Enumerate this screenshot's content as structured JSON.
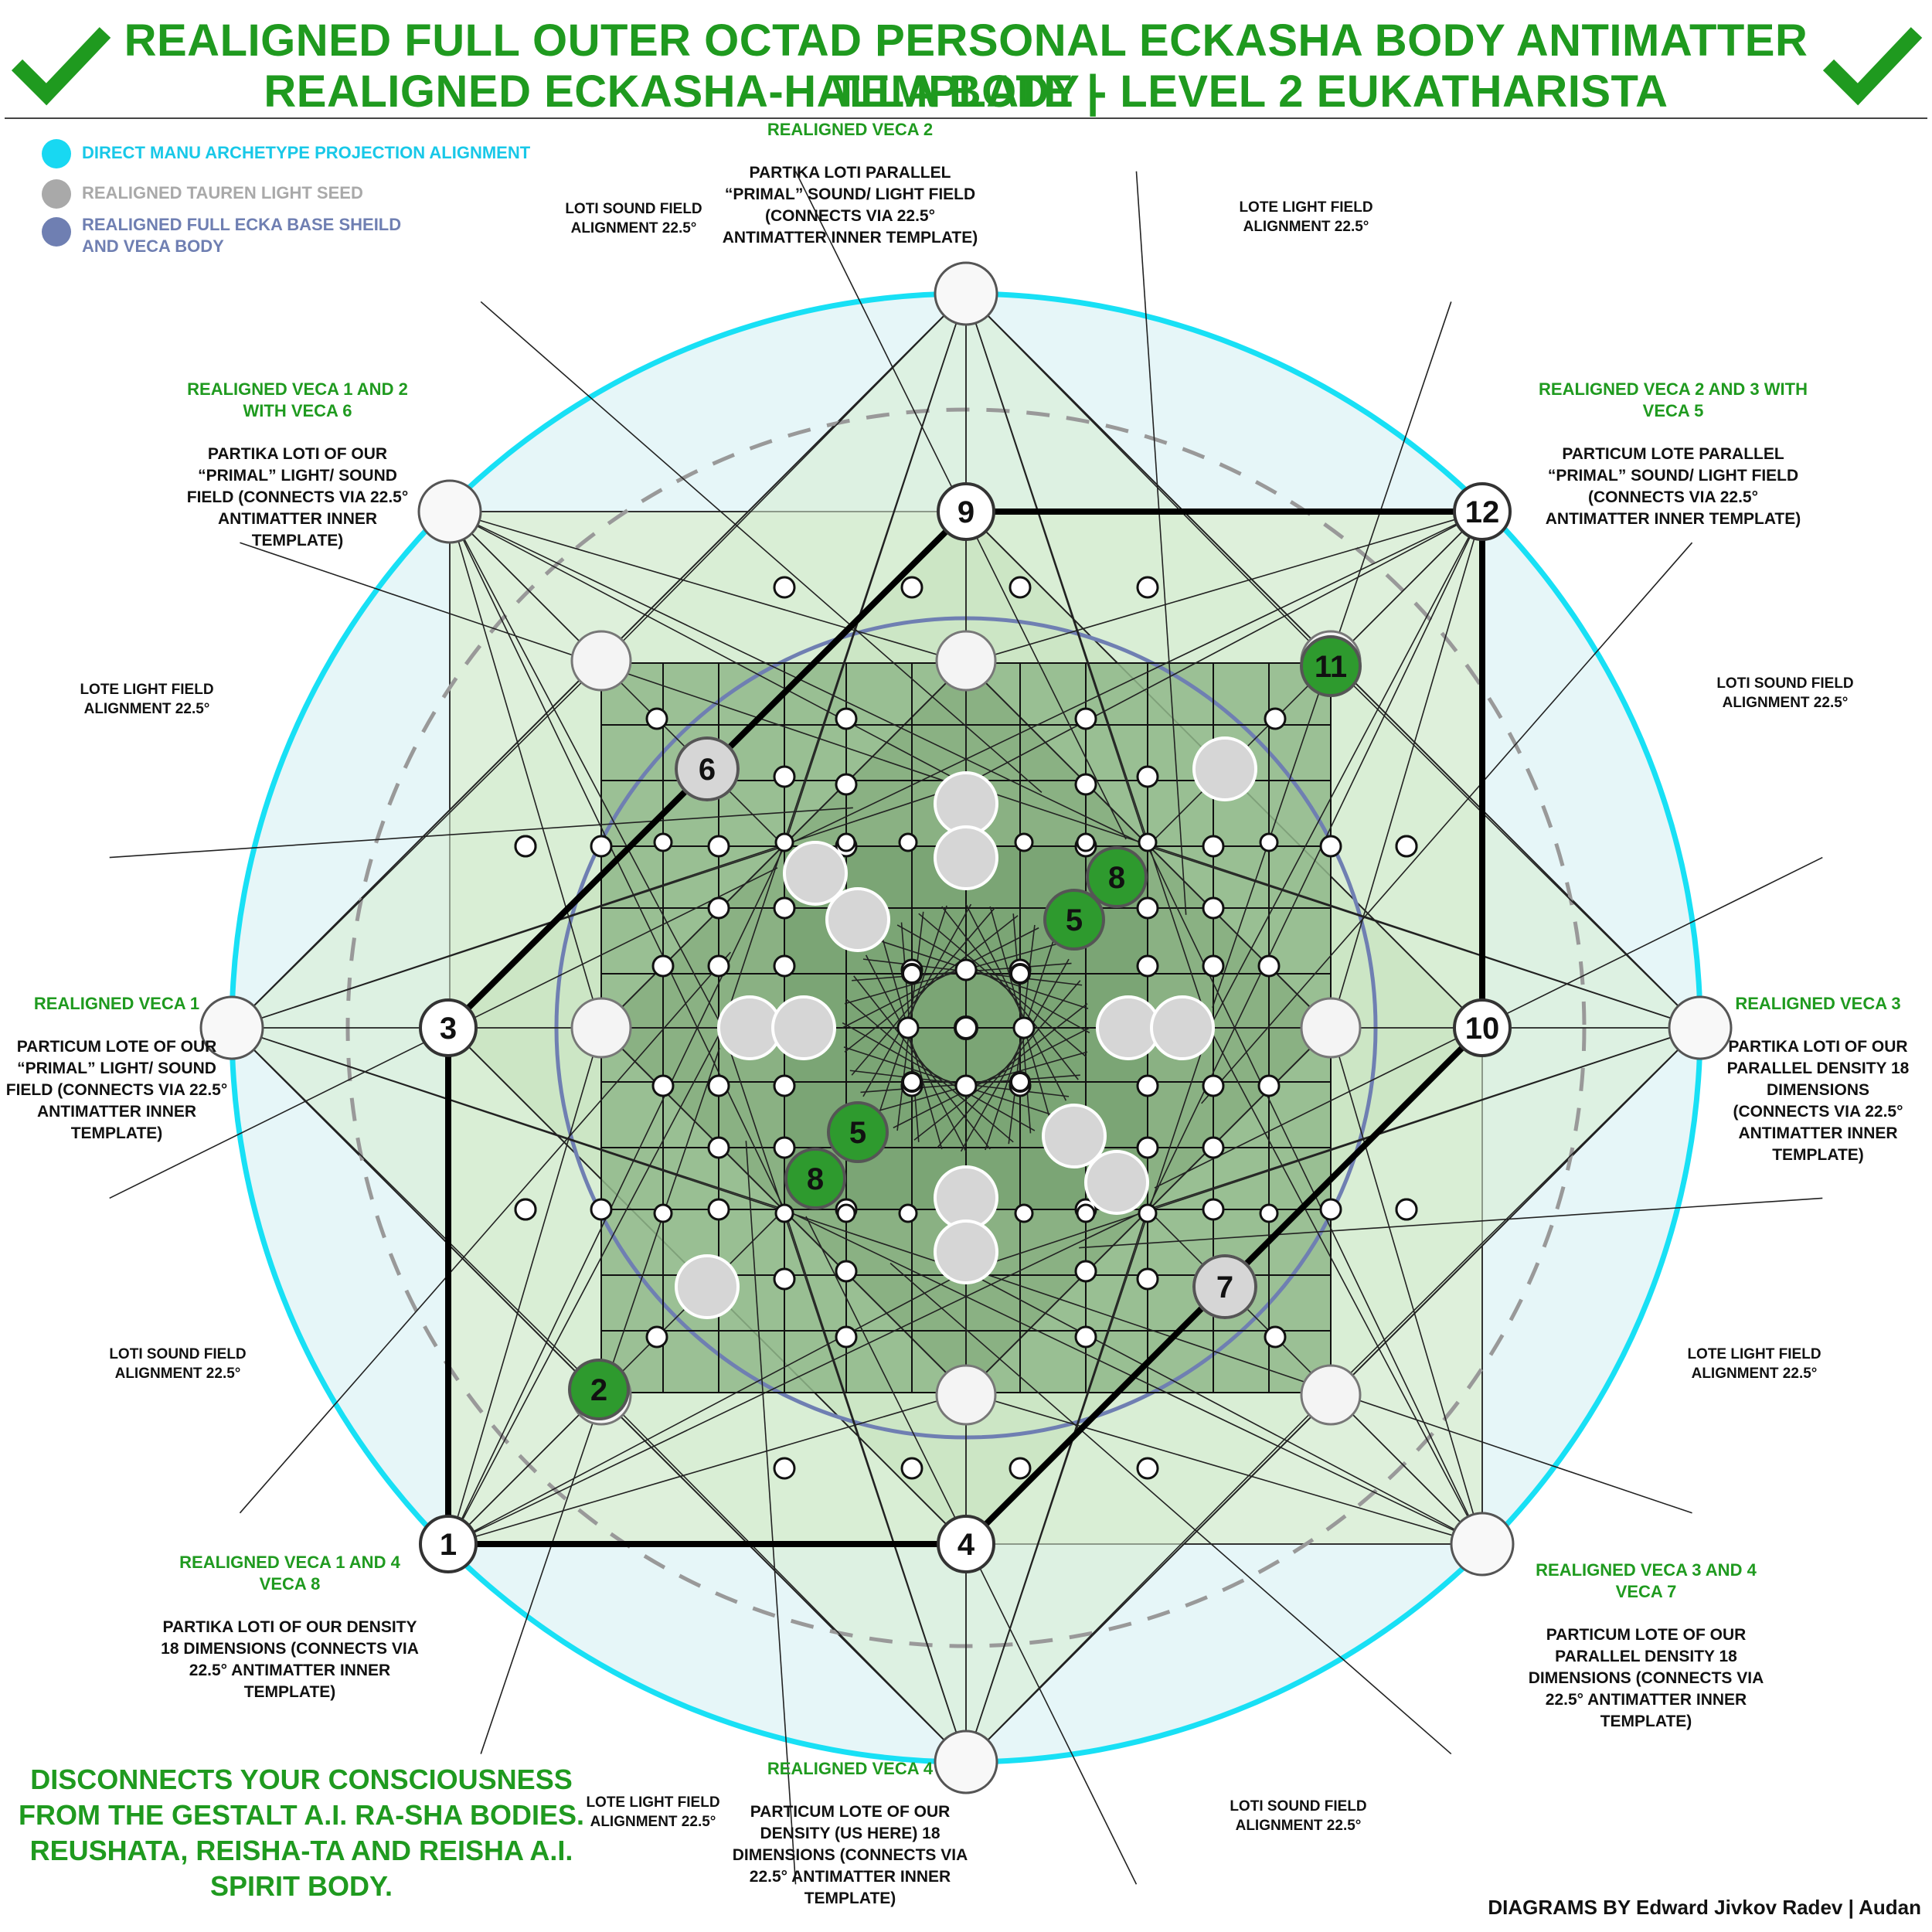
{
  "title": {
    "line1": "REALIGNED FULL OUTER OCTAD PERSONAL ECKASHA BODY ANTIMATTER TEMPLATE |",
    "line2": "REALIGNED ECKASHA-HALLA BODY - LEVEL 2 EUKATHARISTA"
  },
  "legend": [
    {
      "text": "DIRECT MANU ARCHETYPE PROJECTION ALIGNMENT",
      "color": "#18d8f2"
    },
    {
      "text": "REALIGNED TAUREN LIGHT SEED",
      "color": "#a9a9a9"
    },
    {
      "text": "REALIGNED FULL ECKA BASE SHEILD AND VECA BODY",
      "color": "#6f7fb2"
    }
  ],
  "labels": {
    "top": {
      "green": "REALIGNED VECA 2",
      "text": "PARTIKA LOTI PARALLEL “PRIMAL” SOUND/ LIGHT FIELD (CONNECTS VIA 22.5° ANTIMATTER INNER TEMPLATE)"
    },
    "top_left_small": "LOTI SOUND FIELD ALIGNMENT 22.5°",
    "top_right_small": "LOTE LIGHT FIELD ALIGNMENT 22.5°",
    "upper_left": {
      "green": "REALIGNED VECA 1 AND 2 WITH VECA 6",
      "text": "PARTIKA LOTI OF OUR “PRIMAL” LIGHT/ SOUND FIELD (CONNECTS VIA 22.5° ANTIMATTER INNER TEMPLATE)"
    },
    "upper_right": {
      "green": "REALIGNED VECA 2 AND 3 WITH VECA 5",
      "text": "PARTICUM LOTE PARALLEL “PRIMAL” SOUND/ LIGHT FIELD (CONNECTS VIA 22.5° ANTIMATTER INNER TEMPLATE)"
    },
    "mid_left_small": "LOTE LIGHT FIELD ALIGNMENT 22.5°",
    "mid_right_small": "LOTI SOUND FIELD ALIGNMENT 22.5°",
    "left": {
      "green": "REALIGNED VECA 1",
      "text": "PARTICUM LOTE OF OUR “PRIMAL” LIGHT/ SOUND FIELD (CONNECTS VIA 22.5° ANTIMATTER INNER TEMPLATE)"
    },
    "right": {
      "green": "REALIGNED VECA 3",
      "text": "PARTIKA LOTI OF OUR PARALLEL DENSITY 18 DIMENSIONS (CONNECTS VIA 22.5° ANTIMATTER INNER TEMPLATE)"
    },
    "low_left_small": "LOTI SOUND FIELD ALIGNMENT 22.5°",
    "low_right_small": "LOTE LIGHT FIELD ALIGNMENT 22.5°",
    "lower_left": {
      "green": "REALIGNED VECA 1 AND 4 VECA 8",
      "text": "PARTIKA LOTI OF OUR DENSITY 18 DIMENSIONS (CONNECTS VIA 22.5° ANTIMATTER INNER TEMPLATE)"
    },
    "lower_right": {
      "green": "REALIGNED VECA 3 AND 4 VECA 7",
      "text": "PARTICUM LOTE OF OUR PARALLEL DENSITY 18 DIMENSIONS (CONNECTS VIA 22.5° ANTIMATTER INNER TEMPLATE)"
    },
    "bottom": {
      "green": "REALIGNED VECA 4",
      "text": "PARTICUM LOTE OF OUR DENSITY (US HERE) 18 DIMENSIONS (CONNECTS VIA 22.5° ANTIMATTER INNER TEMPLATE)"
    },
    "bottom_left_small": "LOTE LIGHT FIELD ALIGNMENT 22.5°",
    "bottom_right_small": "LOTI SOUND FIELD ALIGNMENT 22.5°"
  },
  "nodes": {
    "n1": "1",
    "n2": "2",
    "n3": "3",
    "n4": "4",
    "n5a": "5",
    "n5b": "5",
    "n6": "6",
    "n7": "7",
    "n8a": "8",
    "n8b": "8",
    "n9": "9",
    "n10": "10",
    "n11": "11",
    "n12": "12"
  },
  "bottom_statement": "DISCONNECTS YOUR CONSCIOUSNESS FROM THE GESTALT A.I. RA-SHA BODIES. REUSHATA, REISHA-TA AND REISHA A.I. SPIRIT BODY.",
  "credit": "DIAGRAMS BY Edward Jivkov Radev | Audan",
  "colors": {
    "accent_green": "#1f9a1f",
    "cyan": "#18d8f2",
    "node_green": "#2e9a2e",
    "shield_blue": "#6f7fb2"
  }
}
